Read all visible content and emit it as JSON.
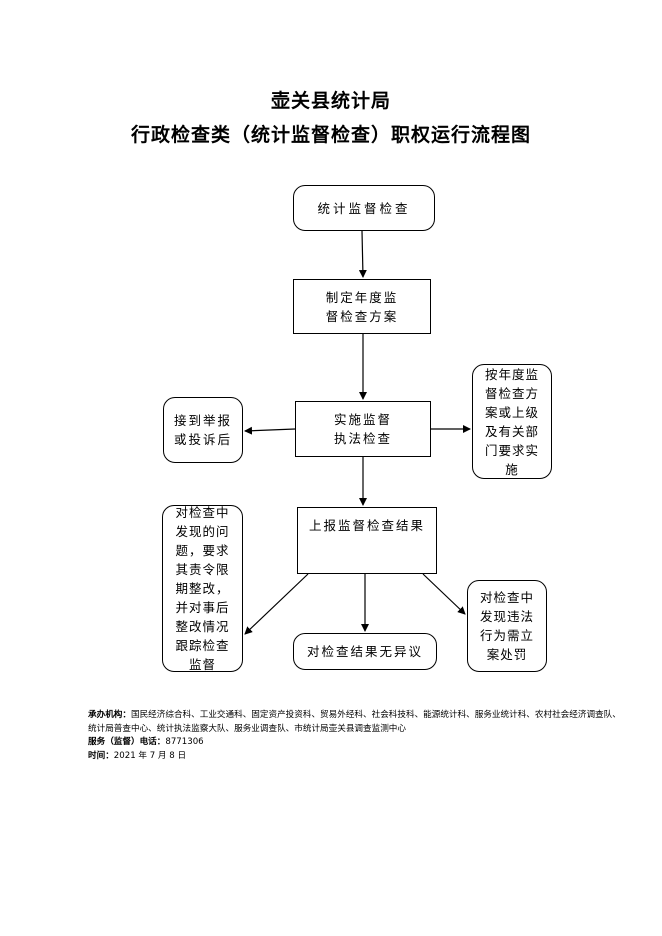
{
  "header": {
    "org": "壶关县统计局",
    "title": "行政检查类（统计监督检查）职权运行流程图"
  },
  "flow": {
    "start": "统计监督检查",
    "plan": "制定年度监督检查方案",
    "implement": "实施监督执法检查",
    "report_basis": "接到举报或投诉后",
    "annual_basis": "按年度监督检查方案或上级及有关部门要求实施",
    "report_result": "上报监督检查结果",
    "rectify": "对检查中发现的问题，要求其责令限期整改，并对事后整改情况跟踪检查监督",
    "no_objection": "对检查结果无异议",
    "penalty": "对检查中发现违法行为需立案处罚"
  },
  "footer": {
    "org_label": "承办机构：",
    "org_text": "国民经济综合科、工业交通科、固定资产投资科、贸易外经科、社会科技科、能源统计科、服务业统计科、农村社会经济调查队、统计局普查中心、统计执法监察大队、服务业调查队、市统计局壶关县调查监测中心",
    "phone_label": "服务（监督）电话：",
    "phone": "8771306",
    "date_label": "时间：",
    "date": "2021 年 7 月 8 日"
  }
}
